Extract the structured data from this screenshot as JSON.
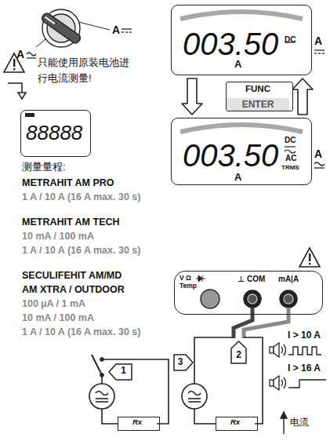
{
  "diagram": {
    "nodes": [
      {
        "text": [
          "003.50",
          "DC",
          "A"
        ]
      },
      {
        "text": [
          "88888"
        ]
      },
      {
        "text": [
          "FUNC",
          "ENTER"
        ]
      },
      {
        "text": [
          "003.50",
          "DC",
          "AC",
          "TRMS",
          "A"
        ]
      },
      {
        "text": [
          "V Ω",
          "Temp",
          "⊥ COM",
          "mA|A"
        ]
      },
      {
        "text": [
          "Rx"
        ]
      },
      {
        "text": [
          "Rx"
        ]
      }
    ],
    "edges": [
      {
        "from": 0,
        "to": 3,
        "arrow": "to"
      },
      {
        "from": 3,
        "to": 0,
        "arrow": "to"
      }
    ],
    "labels": [
      "A",
      "A",
      "只能使用原装电池进行电流测量!",
      "测量量程:",
      "METRAHIT AM PRO",
      "1 A / 10 A (16 A max. 30 s)",
      "METRAHIT AM TECH",
      "10 mA / 100 mA",
      "1 A / 10 A (16 A max. 30 s)",
      "SECULIFEHIT AM/MD",
      "AM XTRA / OUTDOOR",
      "100 µA / 1 mA",
      "10 mA / 100 mA",
      "1 A / 10 A (16 A max. 30 s)",
      "A",
      "A",
      "1",
      "2",
      "3",
      "I > 10 A",
      "I > 16 A",
      "电流"
    ]
  }
}
